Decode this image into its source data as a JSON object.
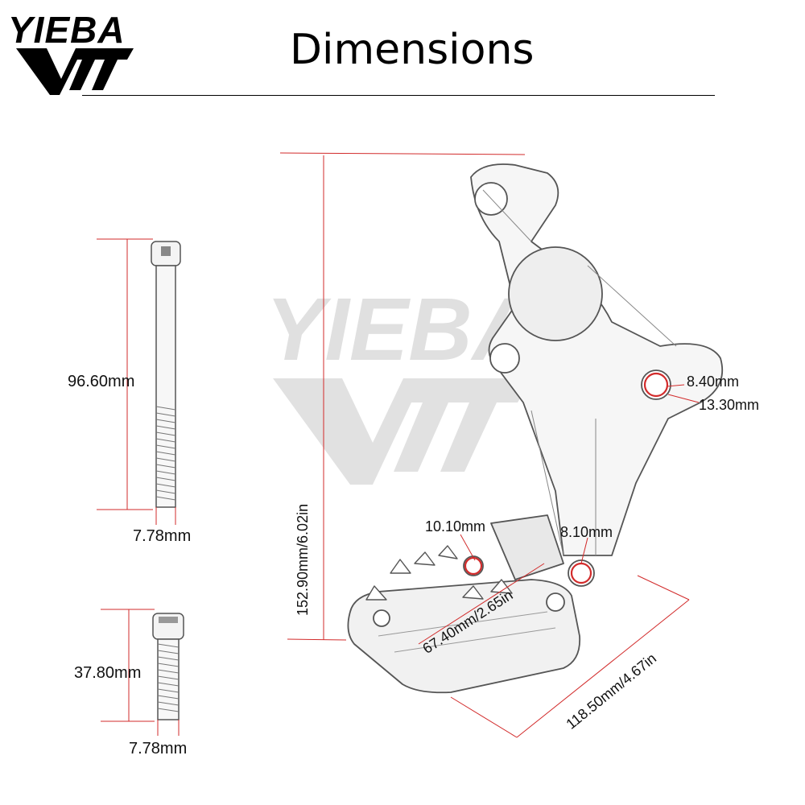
{
  "brand": {
    "name": "YIEBA",
    "watermark": "YIEBA"
  },
  "title": "Dimensions",
  "dimensions": {
    "long_bolt_length": "96.60mm",
    "long_bolt_diameter": "7.78mm",
    "short_bolt_length": "37.80mm",
    "short_bolt_diameter": "7.78mm",
    "total_height": "152.90mm/6.02in",
    "top_hole_inner": "8.40mm",
    "top_hole_outer": "13.30mm",
    "peg_hole_left": "10.10mm",
    "peg_hole_right": "8.10mm",
    "peg_width": "67.40mm/2.65in",
    "peg_length": "118.50mm/4.67in"
  },
  "colors": {
    "dimension_line": "#d22b2b",
    "outline": "#555555",
    "watermark": "#d4d4d4"
  },
  "icons": {
    "logo_mark": "yieba-logo-mark",
    "bolt": "bolt-icon",
    "footpeg_bracket": "footpeg-bracket-illustration"
  }
}
